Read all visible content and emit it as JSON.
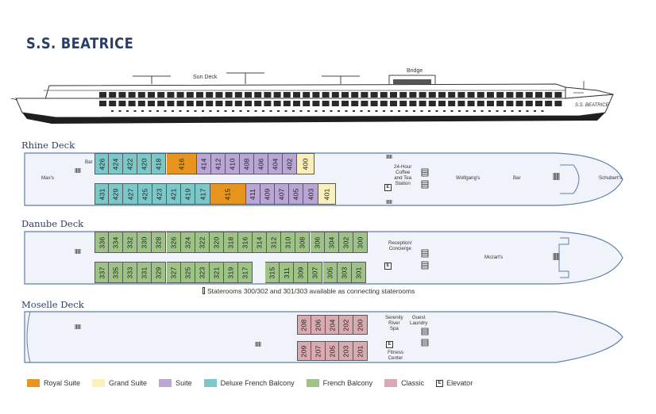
{
  "ship_name": "S.S. BEATRICE",
  "profile": {
    "sun_deck_label": "Sun Deck",
    "bridge_label": "Bridge",
    "hull_name": "S.S. BEATRICE"
  },
  "decks": {
    "rhine": {
      "title": "Rhine Deck",
      "top_row": [
        {
          "no": "426",
          "cat": "deluxe"
        },
        {
          "no": "424",
          "cat": "deluxe"
        },
        {
          "no": "422",
          "cat": "deluxe"
        },
        {
          "no": "420",
          "cat": "deluxe"
        },
        {
          "no": "418",
          "cat": "deluxe"
        },
        {
          "no": "416",
          "cat": "royal"
        },
        {
          "no": "414",
          "cat": "suite"
        },
        {
          "no": "412",
          "cat": "suite"
        },
        {
          "no": "410",
          "cat": "suite"
        },
        {
          "no": "408",
          "cat": "suite"
        },
        {
          "no": "406",
          "cat": "suite"
        },
        {
          "no": "404",
          "cat": "suite"
        },
        {
          "no": "402",
          "cat": "suite"
        },
        {
          "no": "400",
          "cat": "grand"
        }
      ],
      "bottom_row": [
        {
          "no": "431",
          "cat": "deluxe"
        },
        {
          "no": "429",
          "cat": "deluxe"
        },
        {
          "no": "427",
          "cat": "deluxe"
        },
        {
          "no": "425",
          "cat": "deluxe"
        },
        {
          "no": "423",
          "cat": "deluxe"
        },
        {
          "no": "421",
          "cat": "deluxe"
        },
        {
          "no": "419",
          "cat": "deluxe"
        },
        {
          "no": "417",
          "cat": "deluxe"
        },
        {
          "no": "415",
          "cat": "royal"
        },
        {
          "no": "411",
          "cat": "suite"
        },
        {
          "no": "409",
          "cat": "suite"
        },
        {
          "no": "407",
          "cat": "suite"
        },
        {
          "no": "405",
          "cat": "suite"
        },
        {
          "no": "403",
          "cat": "suite"
        },
        {
          "no": "401",
          "cat": "grand"
        }
      ],
      "places": {
        "bar_small": "Bar",
        "maxs": "Max's",
        "coffee": "24-Hour\nCoffee\nand Tea\nStation",
        "wolfgangs": "Wolfgang's",
        "bar": "Bar",
        "schuberts": "Schubert's"
      }
    },
    "danube": {
      "title": "Danube Deck",
      "top_row": [
        "336",
        "334",
        "332",
        "330",
        "328",
        "326",
        "324",
        "322",
        "320",
        "318",
        "316",
        "314",
        "312",
        "310",
        "308",
        "306",
        "304",
        "302",
        "300"
      ],
      "bottom_row": [
        "337",
        "335",
        "333",
        "331",
        "329",
        "327",
        "325",
        "323",
        "321",
        "319",
        "317",
        "315",
        "311",
        "309",
        "307",
        "305",
        "303",
        "301"
      ],
      "places": {
        "reception": "Reception/\nConcierge",
        "mozarts": "Mozart's"
      },
      "note": "Staterooms 300/302 and 301/303 available as connecting staterooms"
    },
    "moselle": {
      "title": "Moselle Deck",
      "top_row": [
        "208",
        "206",
        "204",
        "202",
        "200"
      ],
      "bottom_row": [
        "209",
        "207",
        "205",
        "203",
        "201"
      ],
      "places": {
        "spa": "Serenity\nRiver\nSpa",
        "laundry": "Guest\nLaundry",
        "fitness": "Fitness\nCenter"
      }
    }
  },
  "elevator_glyph": "E",
  "legend": [
    {
      "label": "Royal Suite",
      "color": "#e8951f"
    },
    {
      "label": "Grand Suite",
      "color": "#fbf0bc"
    },
    {
      "label": "Suite",
      "color": "#b9a6d3"
    },
    {
      "label": "Deluxe French Balcony",
      "color": "#7cc7c8"
    },
    {
      "label": "French Balcony",
      "color": "#9ec387"
    },
    {
      "label": "Classic",
      "color": "#d9abb0"
    }
  ],
  "legend_elevator_label": "Elevator"
}
